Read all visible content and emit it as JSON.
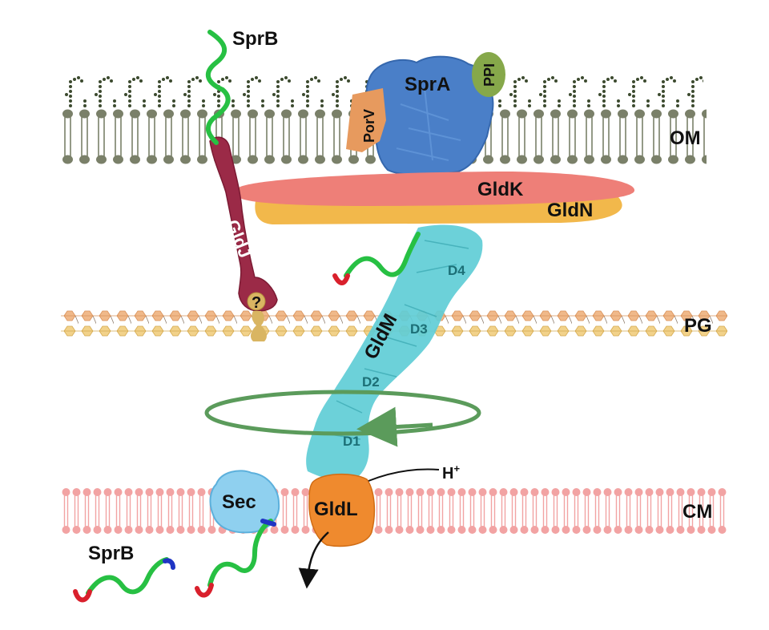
{
  "labels": {
    "sprb_top": "SprB",
    "spra": "SprA",
    "ppi": "PPI",
    "porv": "PorV",
    "om": "OM",
    "gldk": "GldK",
    "gldn": "GldN",
    "gldj": "GldJ",
    "question": "?",
    "pg": "PG",
    "gldm": "GldM",
    "d1": "D1",
    "d2": "D2",
    "d3": "D3",
    "d4": "D4",
    "proton": "H",
    "proton_sup": "+",
    "sec": "Sec",
    "gldl": "GldL",
    "cm": "CM",
    "sprb_bottom": "SprB"
  },
  "colors": {
    "om_lipid": "#7a8069",
    "om_lps": "#3c4a2e",
    "pg_hex": "#f0b98a",
    "pg_hex_alt": "#f2d28a",
    "cm_lipid": "#f2a3a3",
    "spra": "#4a7fc8",
    "ppi": "#86a84a",
    "porv": "#e79a5e",
    "gldk": "#ee7f78",
    "gldn": "#f2b84b",
    "gldj": "#9b2a47",
    "gldm": "#5fcdd6",
    "gldl": "#ef8a2e",
    "sec": "#8fd0ef",
    "sprb_body": "#27c043",
    "sprb_tag_red": "#d9202c",
    "sprb_tag_blue": "#1f35c4",
    "rotation": "#5b9b5b",
    "unknown_anchor": "#d9b562"
  }
}
